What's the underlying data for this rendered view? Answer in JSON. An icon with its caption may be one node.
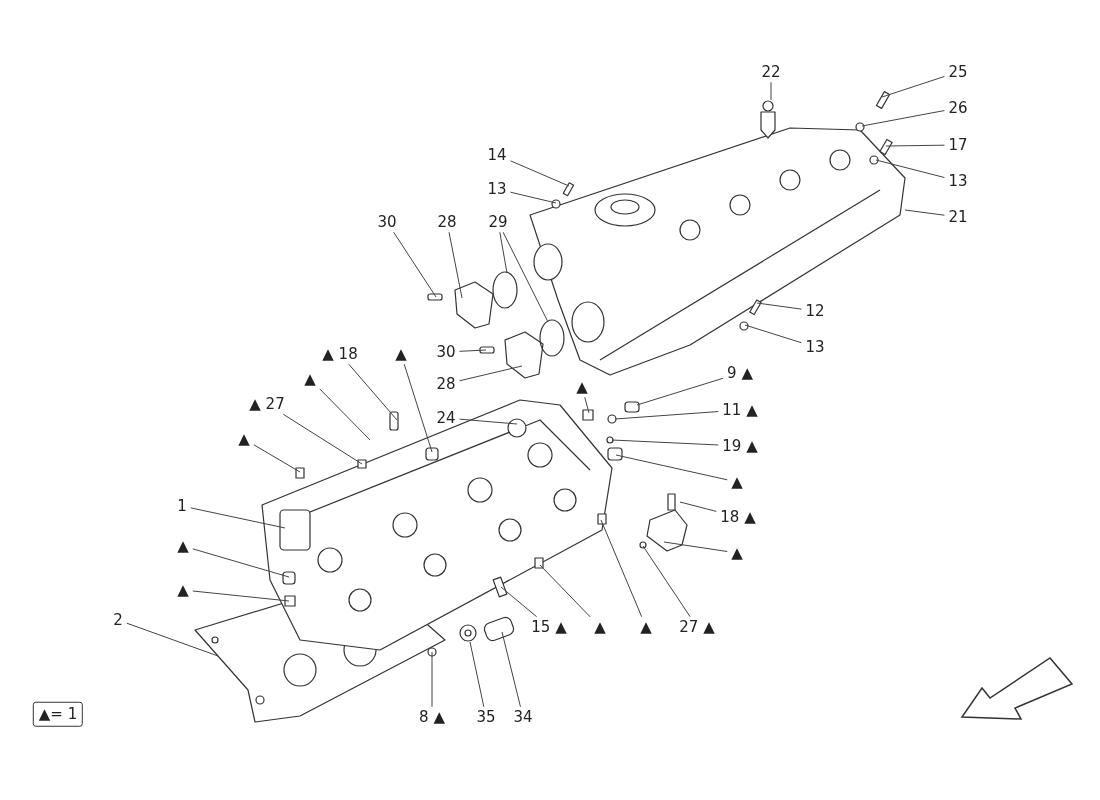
{
  "diagram": {
    "nodes": [
      {
        "text": [
          "22"
        ]
      },
      {
        "text": [
          "25"
        ]
      },
      {
        "text": [
          "26"
        ]
      },
      {
        "text": [
          "17"
        ]
      },
      {
        "text": [
          "13"
        ]
      },
      {
        "text": [
          "21"
        ]
      },
      {
        "text": [
          "14"
        ]
      },
      {
        "text": [
          "13"
        ]
      },
      {
        "text": [
          "30"
        ]
      },
      {
        "text": [
          "28"
        ]
      },
      {
        "text": [
          "29"
        ]
      },
      {
        "text": [
          "12"
        ]
      },
      {
        "text": [
          "13"
        ]
      },
      {
        "text": [
          "30"
        ]
      },
      {
        "text": [
          "28"
        ]
      },
      {
        "text": [
          "▲ 18"
        ]
      },
      {
        "text": [
          "▲"
        ]
      },
      {
        "text": [
          "▲"
        ]
      },
      {
        "text": [
          "9 ▲"
        ]
      },
      {
        "text": [
          "▲"
        ]
      },
      {
        "text": [
          "▲ 27"
        ]
      },
      {
        "text": [
          "11 ▲"
        ]
      },
      {
        "text": [
          "24"
        ]
      },
      {
        "text": [
          "▲"
        ]
      },
      {
        "text": [
          "19 ▲"
        ]
      },
      {
        "text": [
          "▲"
        ]
      },
      {
        "text": [
          "1"
        ]
      },
      {
        "text": [
          "18 ▲"
        ]
      },
      {
        "text": [
          "▲"
        ]
      },
      {
        "text": [
          "▲"
        ]
      },
      {
        "text": [
          "▲"
        ]
      },
      {
        "text": [
          "2"
        ]
      },
      {
        "text": [
          "15 ▲"
        ]
      },
      {
        "text": [
          "▲"
        ]
      },
      {
        "text": [
          "▲"
        ]
      },
      {
        "text": [
          "27 ▲"
        ]
      },
      {
        "text": [
          "8 ▲"
        ]
      },
      {
        "text": [
          "35"
        ]
      },
      {
        "text": [
          "34"
        ]
      },
      {
        "text": [
          "▲= 1"
        ]
      }
    ],
    "edges": [
      {
        "from": 0,
        "to": null,
        "arrow": "none"
      },
      {
        "from": 1,
        "to": null,
        "arrow": "none"
      },
      {
        "from": 2,
        "to": null,
        "arrow": "none"
      },
      {
        "from": 3,
        "to": null,
        "arrow": "none"
      },
      {
        "from": 4,
        "to": null,
        "arrow": "none"
      },
      {
        "from": 5,
        "to": null,
        "arrow": "none"
      },
      {
        "from": 6,
        "to": null,
        "arrow": "none"
      },
      {
        "from": 7,
        "to": null,
        "arrow": "none"
      },
      {
        "from": 8,
        "to": null,
        "arrow": "none"
      },
      {
        "from": 9,
        "to": null,
        "arrow": "none"
      },
      {
        "from": 10,
        "to": null,
        "arrow": "none"
      },
      {
        "from": 10,
        "to": null,
        "arrow": "none"
      },
      {
        "from": 11,
        "to": null,
        "arrow": "none"
      },
      {
        "from": 12,
        "to": null,
        "arrow": "none"
      },
      {
        "from": 13,
        "to": null,
        "arrow": "none"
      },
      {
        "from": 14,
        "to": null,
        "arrow": "none"
      },
      {
        "from": 15,
        "to": null,
        "arrow": "none"
      },
      {
        "from": 16,
        "to": null,
        "arrow": "none"
      },
      {
        "from": 17,
        "to": null,
        "arrow": "none"
      },
      {
        "from": 18,
        "to": null,
        "arrow": "none"
      },
      {
        "from": 19,
        "to": null,
        "arrow": "none"
      },
      {
        "from": 20,
        "to": null,
        "arrow": "none"
      },
      {
        "from": 21,
        "to": null,
        "arrow": "none"
      },
      {
        "from": 22,
        "to": null,
        "arrow": "none"
      },
      {
        "from": 23,
        "to": null,
        "arrow": "none"
      },
      {
        "from": 24,
        "to": null,
        "arrow": "none"
      },
      {
        "from": 25,
        "to": null,
        "arrow": "none"
      },
      {
        "from": 26,
        "to": null,
        "arrow": "none"
      },
      {
        "from": 27,
        "to": null,
        "arrow": "none"
      },
      {
        "from": 28,
        "to": null,
        "arrow": "none"
      },
      {
        "from": 29,
        "to": null,
        "arrow": "none"
      },
      {
        "from": 30,
        "to": null,
        "arrow": "none"
      },
      {
        "from": 31,
        "to": null,
        "arrow": "none"
      },
      {
        "from": 32,
        "to": null,
        "arrow": "none"
      },
      {
        "from": 33,
        "to": null,
        "arrow": "none"
      },
      {
        "from": 34,
        "to": null,
        "arrow": "none"
      },
      {
        "from": 35,
        "to": null,
        "arrow": "none"
      },
      {
        "from": 36,
        "to": null,
        "arrow": "none"
      },
      {
        "from": 37,
        "to": null,
        "arrow": "none"
      },
      {
        "from": 38,
        "to": null,
        "arrow": "none"
      }
    ]
  }
}
